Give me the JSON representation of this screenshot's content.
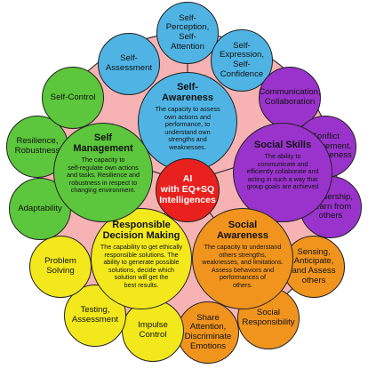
{
  "center": {
    "label": "AI\nwith EQ+SQ\nIntelligences",
    "color": "#e8211e"
  },
  "domains": {
    "self_awareness": {
      "title": "Self-\nAwareness",
      "desc": "The capacity to assess\nown actions and\nperformance, to\nunderstand own\nstrengths and\nweaknesses.",
      "color": "#4fb4e4"
    },
    "social_skills": {
      "title": "Social Skills",
      "desc": "The ability to\ncommunicate and\nefficiently collaborate and\nacting in such a way that\ngroup goals are achieved",
      "color": "#9a33cc"
    },
    "social_awareness": {
      "title": "Social\nAwareness",
      "desc": "The capacity to understand\nothers strengths,\nweaknesses, and limitations.\nAssess behaviors and\nperformances of\nothers.",
      "color": "#f0941e"
    },
    "responsible_decision": {
      "title": "Responsible\nDecision Making",
      "desc": "The capability to get ethically\nresponsible solutions. The\nability to generate possible\nsolutions, decide which\nsolution will get the\nbest results.",
      "color": "#f2e81c"
    },
    "self_management": {
      "title": "Self\nManagement",
      "desc": "The capacity to\nself-regulate own actions\nand tasks. Resilience and\nrobustness in respect to\nchanging environment.",
      "color": "#5cc63c"
    }
  },
  "outer": {
    "self_perception": {
      "label": "Self-\nPerception,\nSelf-\nAttention",
      "color": "#4fb4e4"
    },
    "self_expression": {
      "label": "Self-\nExpression,\nSelf-\nConfidence",
      "color": "#4fb4e4"
    },
    "self_assessment": {
      "label": "Self-\nAssessment",
      "color": "#4fb4e4"
    },
    "communication": {
      "label": "Communication,\nCollaboration",
      "color": "#9a33cc"
    },
    "conflict": {
      "label": "Conflict\nManagement,\nAssertiveness",
      "color": "#9a33cc"
    },
    "leadership": {
      "label": "Leadership,\nLearn from\nothers",
      "color": "#9a33cc"
    },
    "sensing": {
      "label": "Sensing,\nAnticipate,\nand Assess\nothers",
      "color": "#f0941e"
    },
    "social_responsibility": {
      "label": "Social\nResponsibility",
      "color": "#f0941e"
    },
    "share_attention": {
      "label": "Share\nAttention,\nDiscriminate\nEmotions",
      "color": "#f0941e"
    },
    "impulse_control": {
      "label": "Impulse\nControl",
      "color": "#f2e81c"
    },
    "testing": {
      "label": "Testing,\nAssessment",
      "color": "#f2e81c"
    },
    "problem_solving": {
      "label": "Problem\nSolving",
      "color": "#f2e81c"
    },
    "adaptability": {
      "label": "Adaptability",
      "color": "#5cc63c"
    },
    "resilience": {
      "label": "Resilience,\nRobustness",
      "color": "#5cc63c"
    },
    "self_control": {
      "label": "Self-Control",
      "color": "#5cc63c"
    }
  },
  "ring_color": "#f7b3b3"
}
